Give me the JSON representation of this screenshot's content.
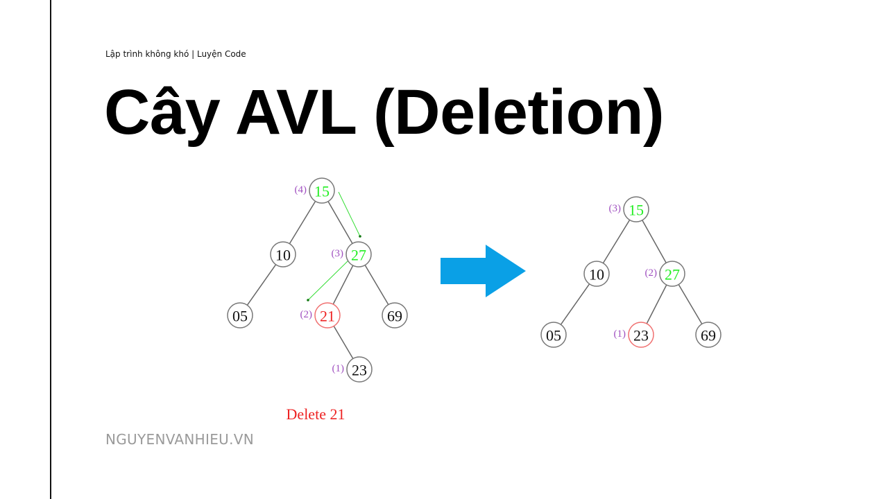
{
  "header": {
    "subtitle": "Lập trình không khó | Luyện Code",
    "title": "Cây AVL (Deletion)"
  },
  "footer": {
    "site": "NGUYENVANHIEU.VN"
  },
  "colors": {
    "highlight": "#22ee22",
    "deleted": "#ee2222",
    "height_label": "#a050c0",
    "normal": "#111111",
    "arrow": "#0aa0e6"
  },
  "diagrams": {
    "before": {
      "caption": "Delete 21",
      "nodes": [
        {
          "id": "15",
          "label": "15",
          "height": "(4)",
          "state": "highlight"
        },
        {
          "id": "10",
          "label": "10",
          "height": "",
          "state": "normal"
        },
        {
          "id": "27",
          "label": "27",
          "height": "(3)",
          "state": "highlight"
        },
        {
          "id": "05",
          "label": "05",
          "height": "",
          "state": "normal"
        },
        {
          "id": "21",
          "label": "21",
          "height": "(2)",
          "state": "deleted"
        },
        {
          "id": "69",
          "label": "69",
          "height": "",
          "state": "normal"
        },
        {
          "id": "23",
          "label": "23",
          "height": "(1)",
          "state": "normal"
        }
      ],
      "edges": [
        [
          "15",
          "10"
        ],
        [
          "15",
          "27"
        ],
        [
          "10",
          "05"
        ],
        [
          "27",
          "21"
        ],
        [
          "27",
          "69"
        ],
        [
          "21",
          "23"
        ]
      ],
      "search_path": [
        [
          "15",
          "27"
        ],
        [
          "27",
          "21"
        ]
      ]
    },
    "transition_arrow": "right-arrow-icon",
    "after": {
      "nodes": [
        {
          "id": "15",
          "label": "15",
          "height": "(3)",
          "state": "highlight"
        },
        {
          "id": "10",
          "label": "10",
          "height": "",
          "state": "normal"
        },
        {
          "id": "27",
          "label": "27",
          "height": "(2)",
          "state": "highlight"
        },
        {
          "id": "05",
          "label": "05",
          "height": "",
          "state": "normal"
        },
        {
          "id": "23",
          "label": "23",
          "height": "(1)",
          "state": "replaced"
        },
        {
          "id": "69",
          "label": "69",
          "height": "",
          "state": "normal"
        }
      ],
      "edges": [
        [
          "15",
          "10"
        ],
        [
          "15",
          "27"
        ],
        [
          "10",
          "05"
        ],
        [
          "27",
          "23"
        ],
        [
          "27",
          "69"
        ]
      ]
    }
  }
}
